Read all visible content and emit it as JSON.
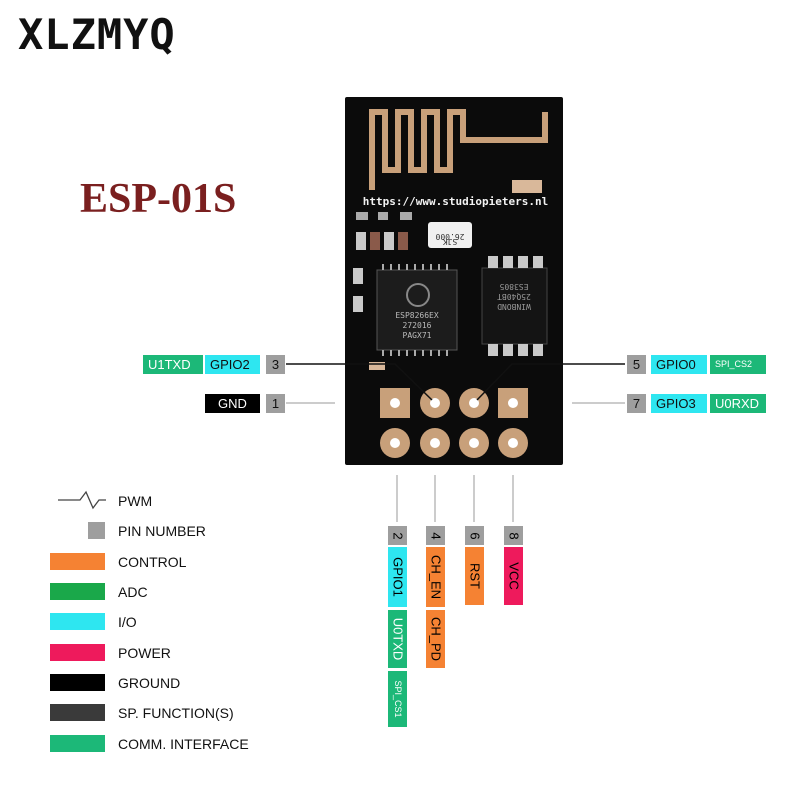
{
  "brand": "XLZMYQ",
  "title": "ESP-01S",
  "board": {
    "url": "https://www.studiopieters.nl",
    "chip_text": [
      "ESP8266EX",
      "272016",
      "PAGX71"
    ],
    "flash_text": [
      "WINBOND",
      "25Q40BT",
      "ES3805"
    ],
    "crystal_text": [
      "SJK",
      "26.000"
    ]
  },
  "pins_left": [
    {
      "number": "3",
      "labels": [
        "U1TXD",
        "GPIO2"
      ]
    },
    {
      "number": "1",
      "labels": [
        "GND"
      ]
    }
  ],
  "pins_right": [
    {
      "number": "5",
      "labels": [
        "GPIO0",
        "SPI_CS2"
      ]
    },
    {
      "number": "7",
      "labels": [
        "GPIO3",
        "U0RXD"
      ]
    }
  ],
  "pins_bottom": [
    {
      "number": "2",
      "labels": [
        "GPIO1",
        "U0TXD",
        "SPI_CS1"
      ]
    },
    {
      "number": "4",
      "labels": [
        "CH_EN",
        "CH_PD"
      ]
    },
    {
      "number": "6",
      "labels": [
        "RST"
      ]
    },
    {
      "number": "8",
      "labels": [
        "VCC"
      ]
    }
  ],
  "legend": [
    {
      "label": "PWM",
      "symbol": "pwm-wave"
    },
    {
      "label": "PIN NUMBER",
      "color": "#9e9e9e"
    },
    {
      "label": "CONTROL",
      "color": "#f58233"
    },
    {
      "label": "ADC",
      "color": "#1aa84a"
    },
    {
      "label": "I/O",
      "color": "#2ee6f0"
    },
    {
      "label": "POWER",
      "color": "#ee1a5c"
    },
    {
      "label": "GROUND",
      "color": "#000000"
    },
    {
      "label": "SP. FUNCTION(S)",
      "color": "#3a3a3a"
    },
    {
      "label": "COMM. INTERFACE",
      "color": "#1cb878"
    }
  ],
  "colors": {
    "io": "#2ee6f0",
    "comm": "#1cb878",
    "control": "#f58233",
    "power": "#ee1a5c",
    "ground": "#000000",
    "pin": "#9e9e9e",
    "pad": "#c8a07a"
  }
}
